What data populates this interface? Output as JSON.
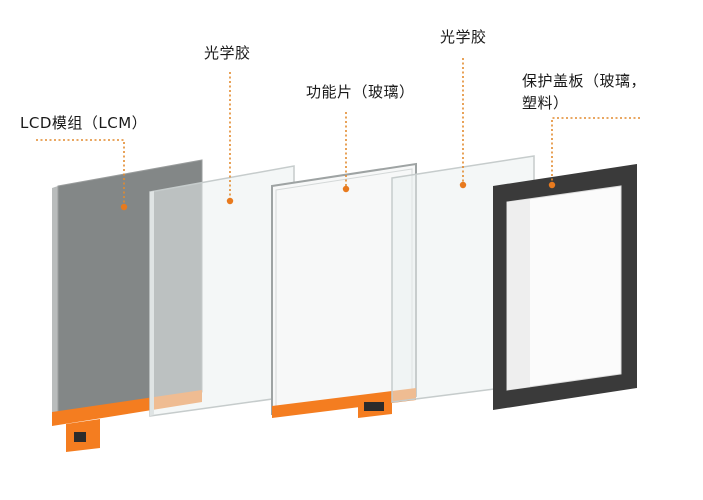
{
  "labels": {
    "lcm": "LCD模组（LCM）",
    "oca_left": "光学胶",
    "functional": "功能片（玻璃）",
    "oca_right": "光学胶",
    "cover_line1": "保护盖板（玻璃，",
    "cover_line2": "塑料）"
  },
  "colors": {
    "accent_orange": "#f47d20",
    "lcm_gray": "#838787",
    "cover_frame": "#3a3a3a",
    "leader_line": "#e28a2e",
    "text": "#1a1a1a"
  }
}
